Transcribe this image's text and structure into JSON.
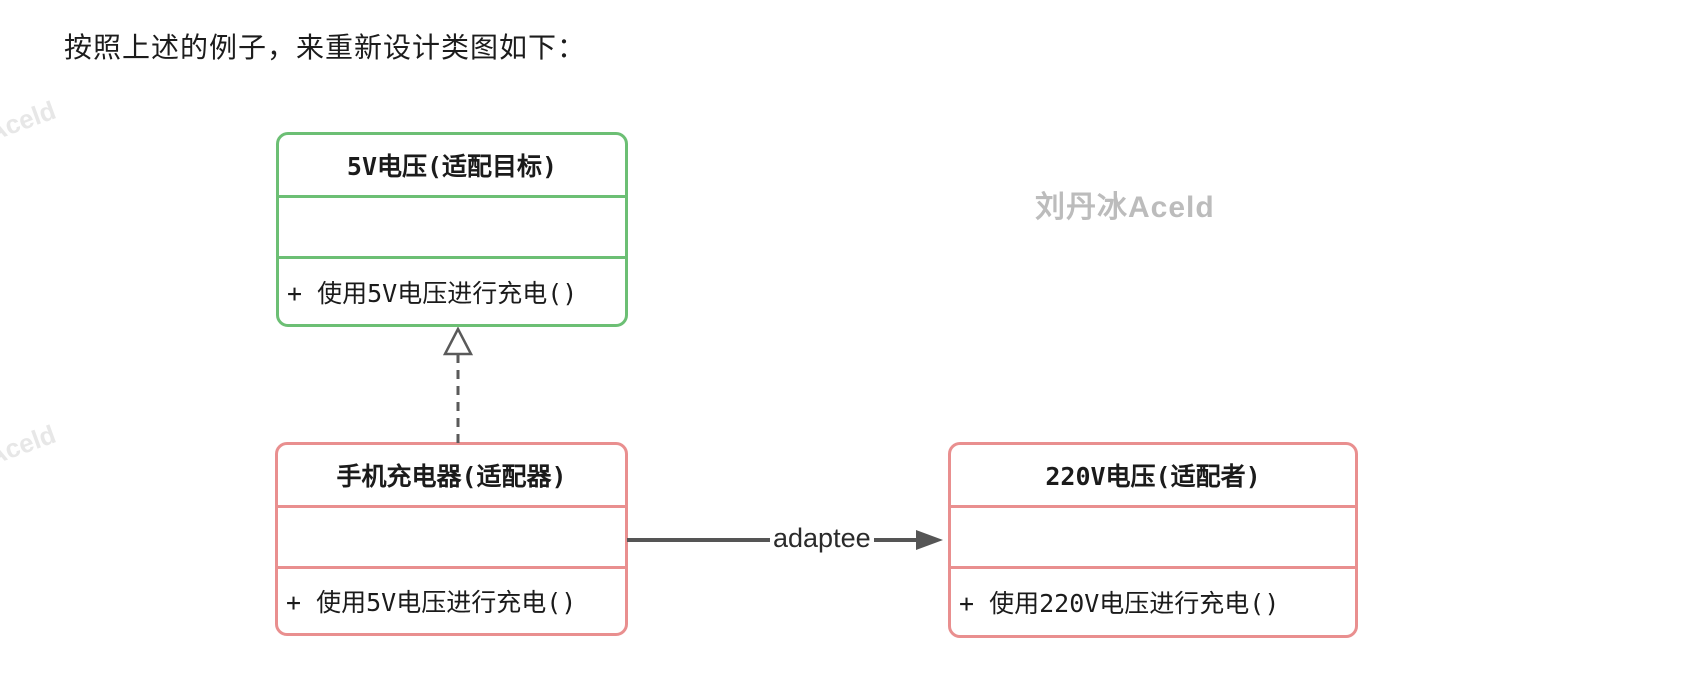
{
  "page": {
    "title": "按照上述的例子，来重新设计类图如下："
  },
  "watermarks": {
    "author": "刘丹冰Aceld",
    "corner_top": "Aceld",
    "corner_bottom": "Aceld"
  },
  "diagram": {
    "type": "uml-class-diagram",
    "pattern": "adapter",
    "classes": [
      {
        "role": "target",
        "title": "5V电压(适配目标)",
        "attributes": "",
        "method": "+ 使用5V电压进行充电()",
        "border_color": "#6cbf74"
      },
      {
        "role": "adapter",
        "title": "手机充电器(适配器)",
        "attributes": "",
        "method": "+ 使用5V电压进行充电()",
        "border_color": "#e98f8f"
      },
      {
        "role": "adaptee",
        "title": "220V电压(适配者)",
        "attributes": "",
        "method": "+ 使用220V电压进行充电()",
        "border_color": "#e98f8f"
      }
    ],
    "relations": [
      {
        "type": "realization",
        "from": "手机充电器(适配器)",
        "to": "5V电压(适配目标)",
        "style": "dashed-line-hollow-triangle",
        "label": ""
      },
      {
        "type": "association",
        "from": "手机充电器(适配器)",
        "to": "220V电压(适配者)",
        "style": "solid-line-filled-arrow",
        "label": "adaptee"
      }
    ],
    "colors": {
      "target_border": "#6cbf74",
      "adapter_border": "#e98f8f",
      "connector": "#5a5a5a",
      "text": "#1b1b1b",
      "watermark_author": "#bcbcbc",
      "watermark_corner": "#e7e7e7"
    }
  }
}
